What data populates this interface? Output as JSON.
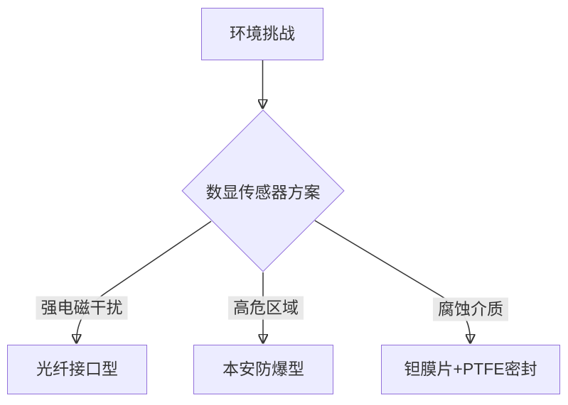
{
  "diagram": {
    "type": "flowchart",
    "direction": "top-down",
    "colors": {
      "node_fill": "#ECECFF",
      "node_border": "#9370DB",
      "edge_line": "#333333",
      "text": "#333333",
      "edge_label_bg": "#e8e8e8",
      "background": "#ffffff"
    },
    "nodes": [
      {
        "id": "root",
        "shape": "rectangle",
        "label": "环境挑战"
      },
      {
        "id": "decision",
        "shape": "diamond",
        "label": "数显传感器方案"
      },
      {
        "id": "fiber",
        "shape": "rectangle",
        "label": "光纤接口型"
      },
      {
        "id": "intrinsic",
        "shape": "rectangle",
        "label": "本安防爆型"
      },
      {
        "id": "tantalum",
        "shape": "rectangle",
        "label": "钽膜片+PTFE密封"
      }
    ],
    "edges": [
      {
        "from": "root",
        "to": "decision",
        "label": ""
      },
      {
        "from": "decision",
        "to": "fiber",
        "label": "强电磁干扰"
      },
      {
        "from": "decision",
        "to": "intrinsic",
        "label": "高危区域"
      },
      {
        "from": "decision",
        "to": "tantalum",
        "label": "腐蚀介质"
      }
    ]
  }
}
